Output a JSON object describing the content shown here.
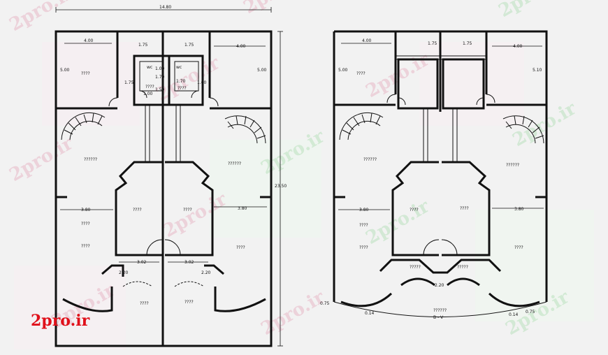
{
  "logo": {
    "text": "2pro.ir",
    "color": "#e0101a"
  },
  "watermark": {
    "text": "2pro.ir",
    "colors": [
      "#e8b8c8",
      "#bfe3c2"
    ]
  },
  "plan_left": {
    "overall_width": "14.80",
    "overall_height": "23.50",
    "top_rooms": {
      "left_width": "4.00",
      "left_depth": "5.00",
      "right_width": "4.00",
      "right_depth": "5.00"
    },
    "core": {
      "top_dims": [
        "1.75",
        "1.75"
      ],
      "wc_labels": [
        "wc",
        "wc"
      ],
      "small_dims": [
        "1.00",
        "1.00",
        "1.70",
        "1.70",
        "1.00",
        "1.00",
        "1.75",
        "1.50"
      ],
      "room_labels": [
        "????",
        "????"
      ]
    },
    "room_labels": {
      "top_left": "????",
      "stair_left": "??????",
      "stair_right": "??????",
      "hall_left": "????",
      "hall_right": "????",
      "front_left_1": "????",
      "front_left_2": "????",
      "front_right": "????",
      "bottom_left": "????",
      "bottom_right": "????"
    },
    "dims": {
      "mid_left": "3.80",
      "mid_right": "3.80",
      "entry_left": "3.02",
      "entry_right": "3.02",
      "bay_left": "2.20",
      "bay_right": "2.20"
    }
  },
  "plan_right": {
    "top_rooms": {
      "left_width": "4.00",
      "left_depth": "5.00",
      "right_width": "4.00",
      "right_depth": "5.10",
      "core_dims": [
        "1.75",
        "1.75"
      ]
    },
    "room_labels": {
      "top_left": "????",
      "stair_left": "??????",
      "stair_right": "??????",
      "hall_left": "????",
      "hall_right": "????",
      "front_left_1": "????",
      "front_left_2": "????",
      "front_right": "????",
      "bay_left": "?????",
      "bay_right": "?????",
      "footer_title": "??????",
      "section_mark": "B - V"
    },
    "dims": {
      "mid_left": "3.80",
      "mid_right": "3.80",
      "bay": "2.20",
      "arc_left": "0.75",
      "arc_right": "0.75",
      "arc_small_left": "0.14",
      "arc_small_right": "0.14"
    }
  }
}
